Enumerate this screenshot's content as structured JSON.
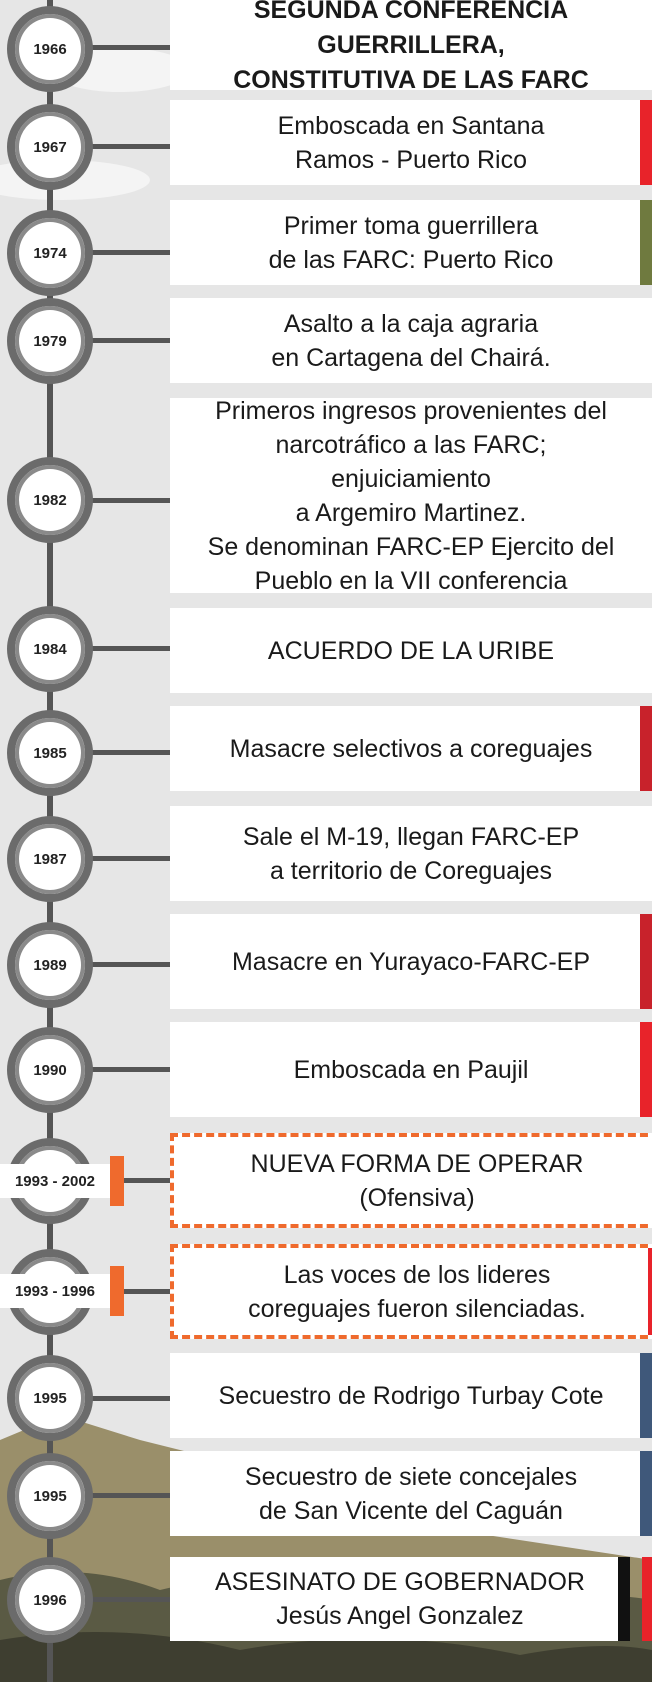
{
  "colors": {
    "red": "#e8232a",
    "olive": "#6f7a3f",
    "dark_red": "#c8222b",
    "blue": "#3f587a",
    "orange": "#ef6a2d",
    "black": "#111111"
  },
  "events": [
    {
      "year": "1966",
      "text": "SEGUNDA CONFERENCIA GUERRILLERA,\nCONSTITUTIVA DE LAS FARC",
      "stripe": ""
    },
    {
      "year": "1967",
      "text": "Emboscada en Santana\nRamos - Puerto Rico",
      "stripe": "#e8232a"
    },
    {
      "year": "1974",
      "text": "Primer toma guerrillera\nde las FARC: Puerto Rico",
      "stripe": "#6f7a3f"
    },
    {
      "year": "1979",
      "text": "Asalto a la caja agraria\nen Cartagena del Chairá.",
      "stripe": ""
    },
    {
      "year": "1982",
      "text": "Primeros ingresos provenientes del\nnarcotráfico a las FARC; enjuiciamiento\na Argemiro Martinez.\nSe denominan FARC-EP Ejercito del\nPueblo en la VII conferencia",
      "stripe": ""
    },
    {
      "year": "1984",
      "text": "ACUERDO DE LA URIBE",
      "stripe": ""
    },
    {
      "year": "1985",
      "text": "Masacre selectivos a coreguajes",
      "stripe": "#c8222b"
    },
    {
      "year": "1987",
      "text": "Sale el M-19, llegan FARC-EP\na territorio de Coreguajes",
      "stripe": ""
    },
    {
      "year": "1989",
      "text": "Masacre en Yurayaco-FARC-EP",
      "stripe": "#c8222b"
    },
    {
      "year": "1990",
      "text": "Emboscada en Paujil",
      "stripe": "#e8232a"
    },
    {
      "year": "1993 - 2002",
      "text": "NUEVA FORMA DE OPERAR (Ofensiva)",
      "stripe": ""
    },
    {
      "year": "1993 - 1996",
      "text": "Las voces de los lideres\ncoreguajes fueron silenciadas.",
      "stripe": "#e8232a"
    },
    {
      "year": "1995",
      "text": "Secuestro de Rodrigo Turbay Cote",
      "stripe": "#3f587a"
    },
    {
      "year": "1995",
      "text": "Secuestro de siete concejales\nde San Vicente del Caguán",
      "stripe": "#3f587a"
    },
    {
      "year": "1996",
      "text": "ASESINATO DE GOBERNADOR\nJesús Angel Gonzalez",
      "stripe": "#111111"
    }
  ]
}
